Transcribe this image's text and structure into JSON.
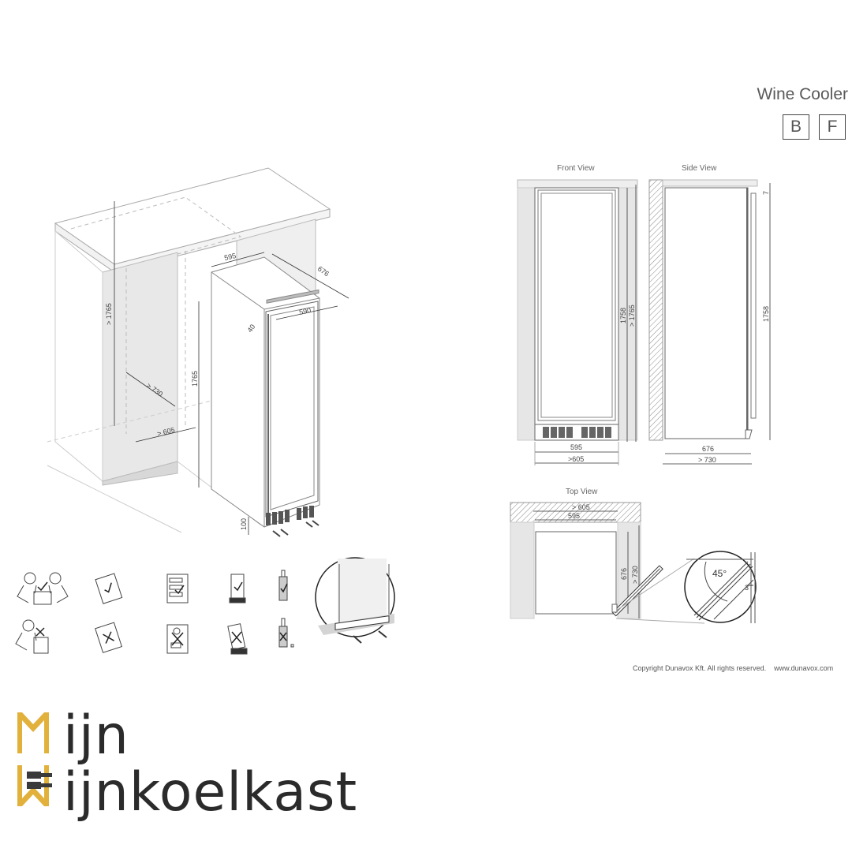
{
  "header": {
    "title": "Wine Cooler",
    "badges": [
      "B",
      "F"
    ]
  },
  "views": {
    "front": {
      "label": "Front View",
      "dims": {
        "height_inner": "1758",
        "height_outer": "> 1765",
        "width": "595",
        "width_niche": ">605"
      }
    },
    "side": {
      "label": "Side View",
      "dims": {
        "top_gap": "7",
        "height": "1758",
        "depth": "676",
        "depth_niche": "> 730"
      }
    },
    "top": {
      "label": "Top View",
      "dims": {
        "width_niche": "> 605",
        "width": "595",
        "depth": "676",
        "depth_niche": "> 730"
      },
      "detail": {
        "angle": "45°",
        "gap": "3"
      }
    }
  },
  "isometric": {
    "dims": {
      "width_top": "595",
      "depth_top": "676",
      "door_width": "590",
      "door_offset": "40",
      "niche_height": "> 1765",
      "appliance_height": "1765",
      "niche_depth": "> 730",
      "niche_width": "> 605",
      "plinth": "100"
    }
  },
  "icons": {
    "row_ok": [
      "two-person-lift-ok-icon",
      "manual-read-ok-icon",
      "bottle-storage-ok-icon",
      "upright-unit-ok-icon",
      "bottle-ok-icon"
    ],
    "row_not_ok": [
      "one-person-lift-not-ok-icon",
      "manual-not-ok-icon",
      "food-storage-not-ok-icon",
      "tilted-unit-not-ok-icon",
      "bottle-not-ok-icon"
    ]
  },
  "footer": {
    "copyright": "Copyright Dunavox Kft. All rights reserved.",
    "website": "www.dunavox.com"
  },
  "logo": {
    "line1": "ijn",
    "line2": "ijnkoelkast",
    "accent_color": "#e2b13c",
    "text_color": "#2b2b2b"
  }
}
